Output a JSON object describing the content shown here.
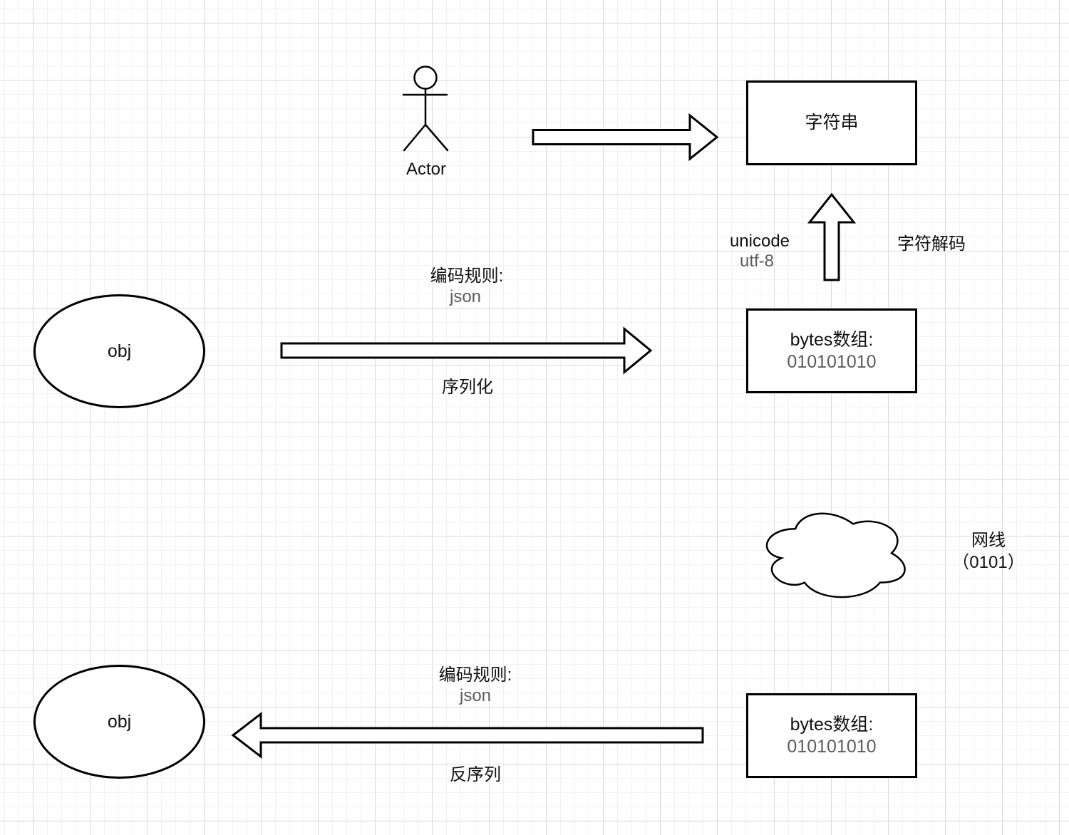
{
  "canvas": {
    "background": "#ffffff",
    "grid_minor_color": "#f2f2f2",
    "grid_major_color": "#d9d9d9"
  },
  "colors": {
    "shape_stroke": "#000000",
    "text_primary": "#111111",
    "text_secondary": "#5c5c5c"
  },
  "actor": {
    "label": "Actor"
  },
  "boxes": {
    "string": {
      "label": "字符串"
    },
    "bytes_top": {
      "title": "bytes数组:",
      "value": "010101010"
    },
    "bytes_bottom": {
      "title": "bytes数组:",
      "value": "010101010"
    }
  },
  "ellipses": {
    "obj_top": {
      "label": "obj"
    },
    "obj_bottom": {
      "label": "obj"
    }
  },
  "labels": {
    "serialize_rule_title": "编码规则:",
    "serialize_rule_value": "json",
    "serialize_action": "序列化",
    "deserialize_rule_title": "编码规则:",
    "deserialize_rule_value": "json",
    "deserialize_action": "反序列",
    "decode_encoding": "unicode",
    "decode_charset": "utf-8",
    "decode_action": "字符解码",
    "network_name": "网线",
    "network_detail": "（0101）"
  }
}
